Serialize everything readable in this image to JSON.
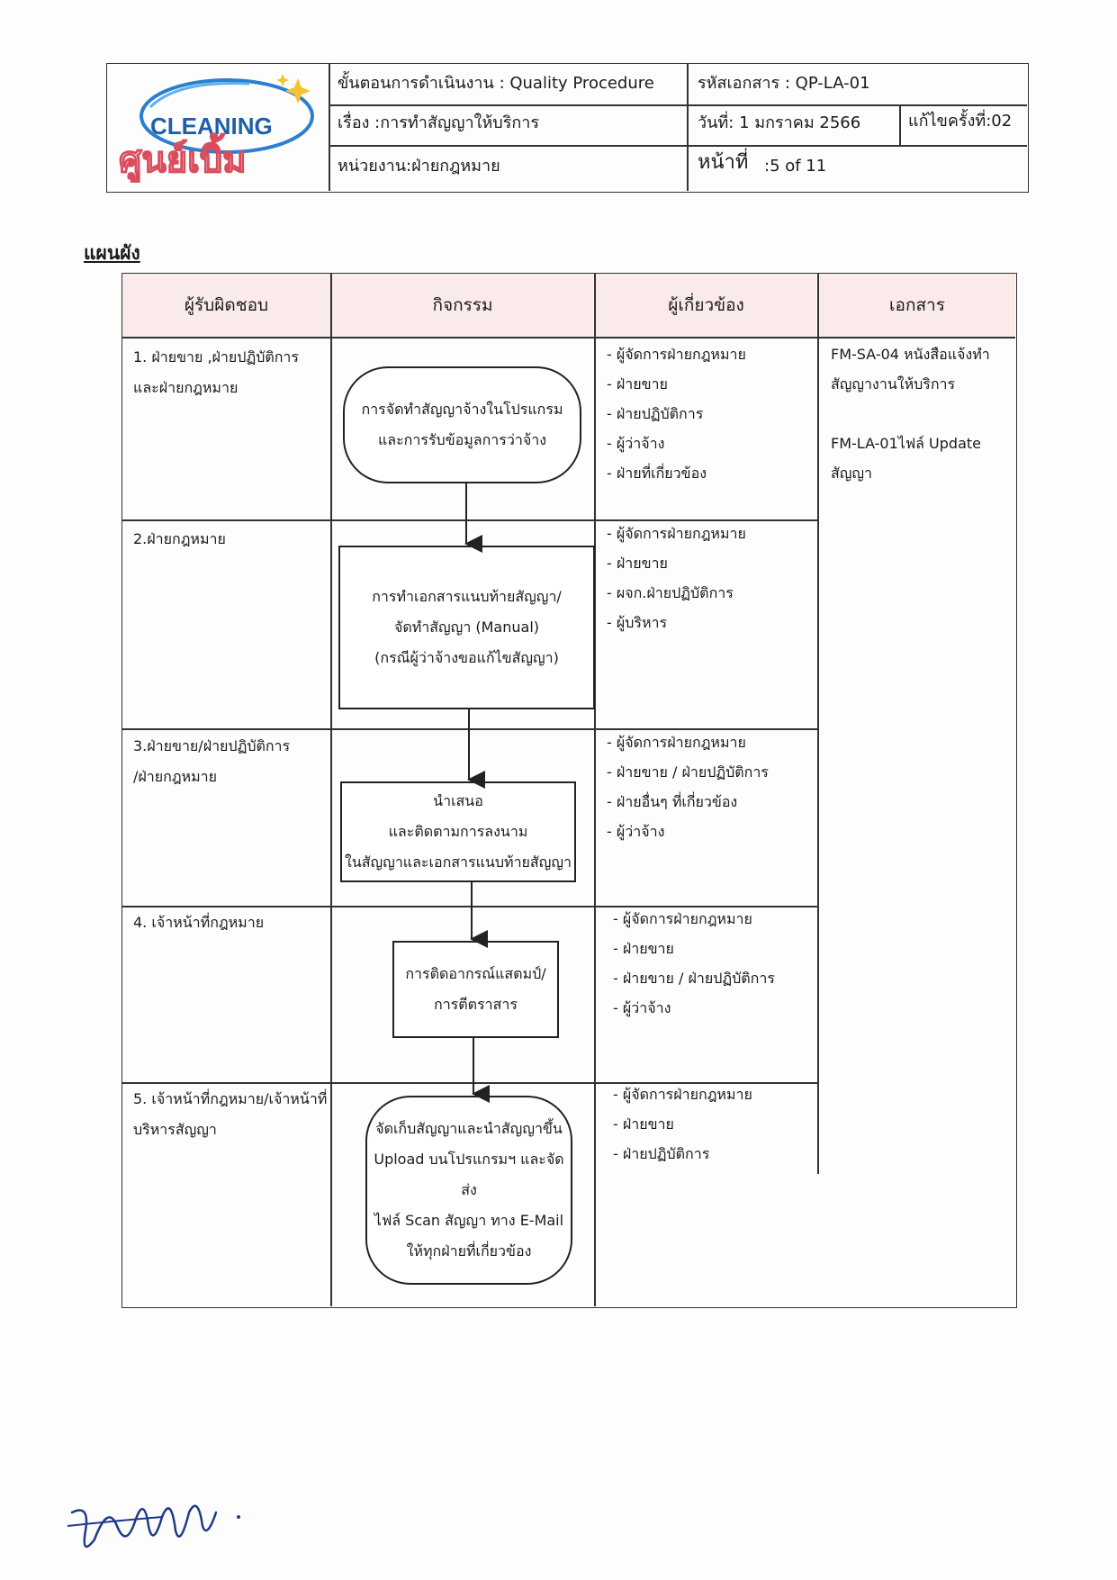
{
  "header": {
    "logo_text": "CLEANING",
    "logo_thai": "ศูนย์เบิ้ม",
    "procedure": "ขั้นตอนการดำเนินงาน : Quality Procedure",
    "doc_code": "รหัสเอกสาร : QP-LA-01",
    "subject": "เรื่อง :การทำสัญญาให้บริการ",
    "date": "วันที่: 1 มกราคม 2566",
    "revision": "แก้ไขครั้งที่:02",
    "department": "หน่วยงาน:ฝ่ายกฎหมาย",
    "page_label": "หน้าที่",
    "page_value": ":5 of 11"
  },
  "section_title": "แผนผัง",
  "columns": [
    "ผู้รับผิดชอบ",
    "กิจกรรม",
    "ผู้เกี่ยวข้อง",
    "เอกสาร"
  ],
  "steps": [
    {
      "responsible": [
        "1. ฝ่ายขาย ,ฝ่ายปฏิบัติการ",
        "และฝ่ายกฎหมาย"
      ],
      "activity": [
        "การจัดทำสัญญาจ้างในโปรแกรม",
        "และการรับข้อมูลการว่าจ้าง"
      ],
      "related": [
        "- ผู้จัดการฝ่ายกฎหมาย",
        "- ฝ่ายขาย",
        "- ฝ่ายปฏิบัติการ",
        "- ผู้ว่าจ้าง",
        "- ฝ่ายที่เกี่ยวข้อง"
      ]
    },
    {
      "responsible": [
        "2.ฝ่ายกฎหมาย"
      ],
      "activity": [
        "การทำเอกสารแนบท้ายสัญญา/",
        "จัดทำสัญญา (Manual)",
        "(กรณีผู้ว่าจ้างขอแก้ไขสัญญา)"
      ],
      "related": [
        "- ผู้จัดการฝ่ายกฎหมาย",
        "- ฝ่ายขาย",
        "- ผจก.ฝ่ายปฏิบัติการ",
        "- ผู้บริหาร"
      ]
    },
    {
      "responsible": [
        "3.ฝ่ายขาย/ฝ่ายปฏิบัติการ",
        "/ฝ่ายกฎหมาย"
      ],
      "activity": [
        "นำเสนอ",
        "และติดตามการลงนาม",
        "ในสัญญาและเอกสารแนบท้ายสัญญา"
      ],
      "related": [
        "- ผู้จัดการฝ่ายกฎหมาย",
        "- ฝ่ายขาย / ฝ่ายปฏิบัติการ",
        "- ฝ่ายอื่นๆ ที่เกี่ยวข้อง",
        "- ผู้ว่าจ้าง"
      ]
    },
    {
      "responsible": [
        "4. เจ้าหน้าที่กฎหมาย"
      ],
      "activity": [
        "การติดอากรณ์แสตมป์/",
        "การตีตราสาร"
      ],
      "related": [
        "- ผู้จัดการฝ่ายกฎหมาย",
        "- ฝ่ายขาย",
        "- ฝ่ายขาย / ฝ่ายปฏิบัติการ",
        "- ผู้ว่าจ้าง"
      ]
    },
    {
      "responsible": [
        "5.  เจ้าหน้าที่กฎหมาย/เจ้าหน้าที่",
        "บริหารสัญญา"
      ],
      "activity": [
        "จัดเก็บสัญญาและนำสัญญาขึ้น",
        "Upload บนโปรแกรมฯ และจัดส่ง",
        "ไฟล์ Scan สัญญา ทาง E-Mail",
        "ให้ทุกฝ่ายที่เกี่ยวข้อง"
      ],
      "related": [
        "- ผู้จัดการฝ่ายกฎหมาย",
        "- ฝ่ายขาย",
        "- ฝ่ายปฏิบัติการ"
      ]
    }
  ],
  "documents": [
    "FM-SA-04 หนังสือแจ้งทำ",
    "สัญญางานให้บริการ",
    "FM-LA-01ไฟล์ Update",
    "สัญญา"
  ],
  "signature": "signature"
}
